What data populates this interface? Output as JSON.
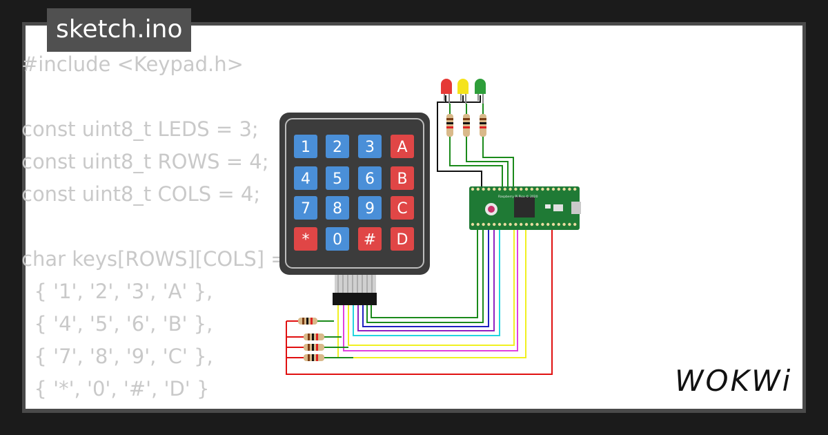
{
  "file_tab": {
    "name": "sketch.ino"
  },
  "code_lines": [
    "#include <Keypad.h>",
    "",
    "const uint8_t LEDS = 3;",
    "const uint8_t ROWS = 4;",
    "const uint8_t COLS = 4;",
    "",
    "char keys[ROWS][COLS] = {",
    "  { '1', '2', '3', 'A' },",
    "  { '4', '5', '6', 'B' },",
    "  { '7', '8', '9', 'C' },",
    "  { '*', '0', '#', 'D' }"
  ],
  "keypad": {
    "keys": [
      {
        "label": "1",
        "kind": "digit"
      },
      {
        "label": "2",
        "kind": "digit"
      },
      {
        "label": "3",
        "kind": "digit"
      },
      {
        "label": "A",
        "kind": "letter"
      },
      {
        "label": "4",
        "kind": "digit"
      },
      {
        "label": "5",
        "kind": "digit"
      },
      {
        "label": "6",
        "kind": "digit"
      },
      {
        "label": "B",
        "kind": "letter"
      },
      {
        "label": "7",
        "kind": "digit"
      },
      {
        "label": "8",
        "kind": "digit"
      },
      {
        "label": "9",
        "kind": "digit"
      },
      {
        "label": "C",
        "kind": "letter"
      },
      {
        "label": "*",
        "kind": "letter"
      },
      {
        "label": "0",
        "kind": "digit"
      },
      {
        "label": "#",
        "kind": "letter"
      },
      {
        "label": "D",
        "kind": "letter"
      }
    ]
  },
  "leds": [
    {
      "color": "red",
      "hex": "#e53935"
    },
    {
      "color": "yellow",
      "hex": "#f5e31b"
    },
    {
      "color": "green",
      "hex": "#2e9e3a"
    }
  ],
  "board": {
    "name": "Raspberry Pi Pico",
    "silkscreen": "Raspberry Pi Pico © 2020",
    "color": "#1f7a35"
  },
  "colors": {
    "digit_key": "#4a8fd8",
    "letter_key": "#e04646",
    "keypad_body": "#3c3c3c"
  },
  "brand": {
    "logo": "WOKWi"
  }
}
